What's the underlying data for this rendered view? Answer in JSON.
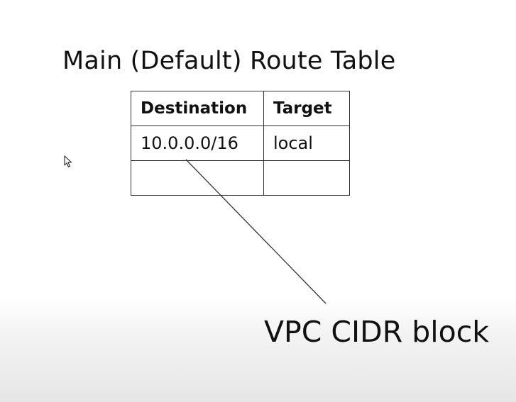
{
  "title": "Main (Default) Route Table",
  "route_table": {
    "headers": {
      "destination": "Destination",
      "target": "Target"
    },
    "rows": [
      {
        "destination": "10.0.0.0/16",
        "target": "local"
      },
      {
        "destination": "",
        "target": ""
      }
    ]
  },
  "callout": {
    "label": "VPC CIDR block"
  },
  "cursor": {
    "icon": "mouse-pointer-icon"
  }
}
